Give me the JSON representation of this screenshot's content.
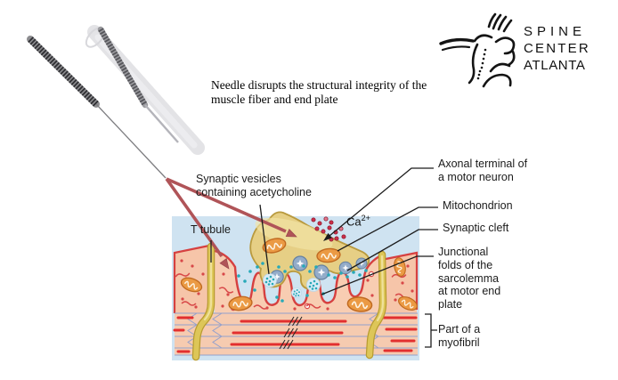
{
  "note": {
    "text": "Needle disrupts the structural integrity of the muscle fiber and end plate"
  },
  "logo": {
    "line1": "SPINE",
    "line2": "CENTER",
    "line3": "ATLANTA"
  },
  "labels": {
    "synaptic_vesicles": "Synaptic vesicles containing acetycholine",
    "t_tubule": "T tubule",
    "axonal_terminal": "Axonal terminal of a motor neuron",
    "mitochondrion": "Mitochondrion",
    "synaptic_cleft": "Synaptic cleft",
    "junctional_folds": "Junctional folds of the sarcolemma at motor end plate",
    "part_of_myofibril": "Part of a myofibril",
    "ca_base": "Ca",
    "ca_sup": "2+"
  },
  "colors": {
    "diagram_background_blue": "#cfe3f1",
    "axon_terminal_gold": "#e6cf85",
    "muscle_pink": "#f7c6a9",
    "sarcolemma_red": "#d64040",
    "myofibril_red": "#e22f2f",
    "t_tubule_yellow": "#ddc658",
    "acetylcholine_teal": "#27a9b8",
    "calcium_red": "#ce2f49",
    "vesicle_blue": "#93acc9",
    "mitochondrion_orange": "#eb9a44",
    "needle_arrow_red": "#b05458",
    "leader_line_black": "#1c1c1c"
  }
}
